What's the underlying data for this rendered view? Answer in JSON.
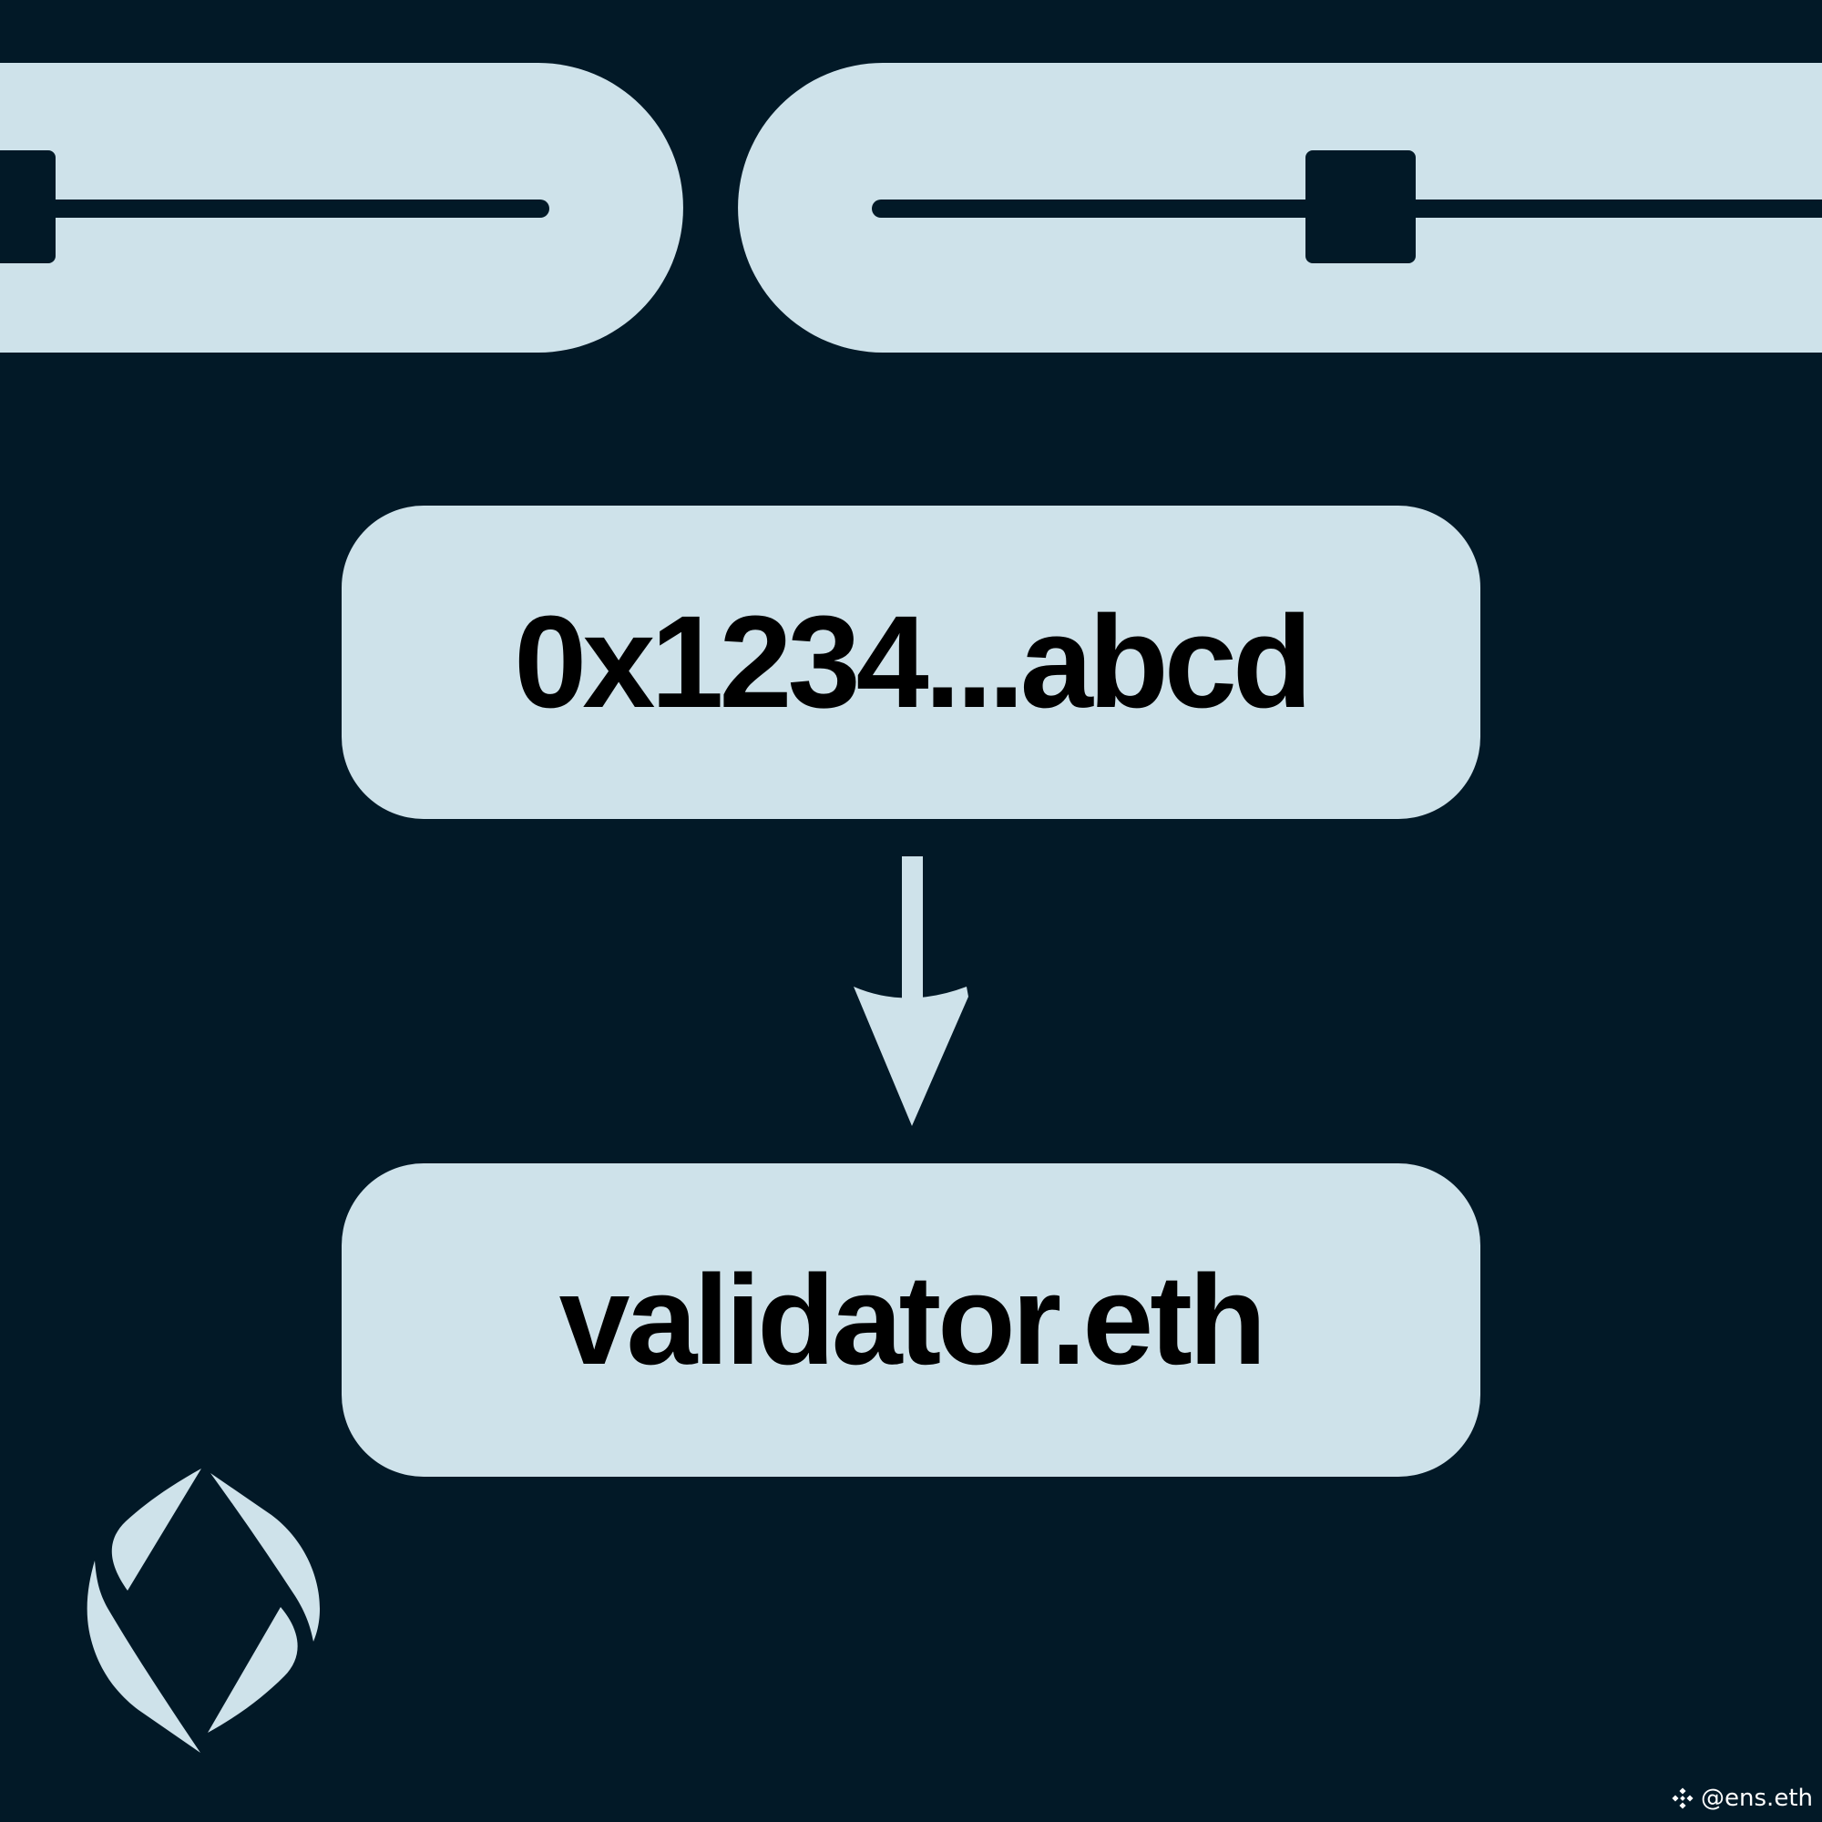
{
  "colors": {
    "background": "#021927",
    "panel": "#cee2ea",
    "ink": "#000000"
  },
  "address_box": {
    "text": "0x1234...abcd"
  },
  "name_box": {
    "text": "validator.eth"
  },
  "watermark": {
    "text": "@ens.eth",
    "icon": "binance-diamond-icon"
  },
  "logo": {
    "icon": "ens-logo-icon"
  }
}
